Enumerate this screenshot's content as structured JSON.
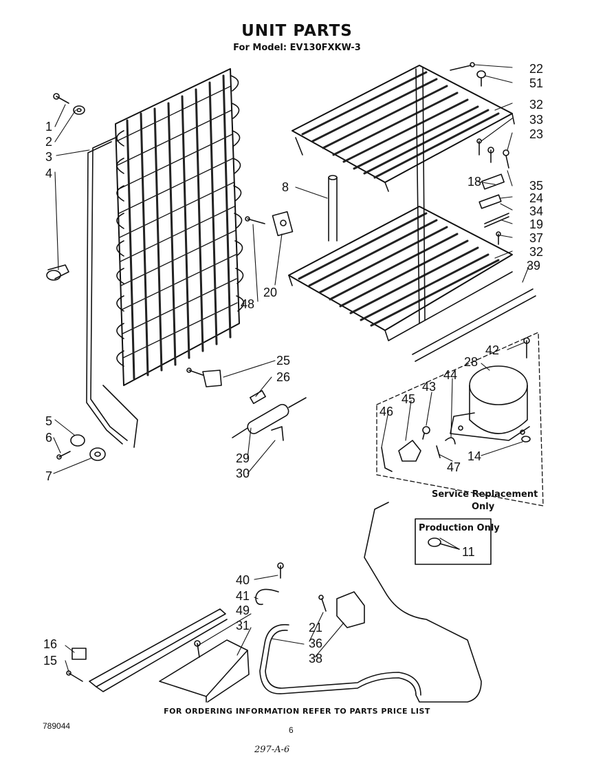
{
  "title": "UNIT PARTS",
  "subtitle": "For Model: EV130FXKW-3",
  "callouts": {
    "c1": "1",
    "c2": "2",
    "c3": "3",
    "c4": "4",
    "c5": "5",
    "c6": "6",
    "c7": "7",
    "c8": "8",
    "c11": "11",
    "c14": "14",
    "c15": "15",
    "c16": "16",
    "c18": "18",
    "c19": "19",
    "c20": "20",
    "c21": "21",
    "c22": "22",
    "c23": "23",
    "c24": "24",
    "c25": "25",
    "c26": "26",
    "c28": "28",
    "c29": "29",
    "c30": "30",
    "c31": "31",
    "c32a": "32",
    "c32b": "32",
    "c33": "33",
    "c34": "34",
    "c35": "35",
    "c36": "36",
    "c37": "37",
    "c38": "38",
    "c39": "39",
    "c40": "40",
    "c41": "41",
    "c42": "42",
    "c43": "43",
    "c44": "44",
    "c45": "45",
    "c46": "46",
    "c47": "47",
    "c48": "48",
    "c49": "49",
    "c51": "51"
  },
  "notes": {
    "service_replacement_line1": "Service Replacement",
    "service_replacement_line2": "Only",
    "production_only": "Production Only"
  },
  "footer": "FOR ORDERING INFORMATION REFER TO PARTS PRICE LIST",
  "doc_number": "789044",
  "page_number": "6",
  "handwritten_note": "297-A-6"
}
